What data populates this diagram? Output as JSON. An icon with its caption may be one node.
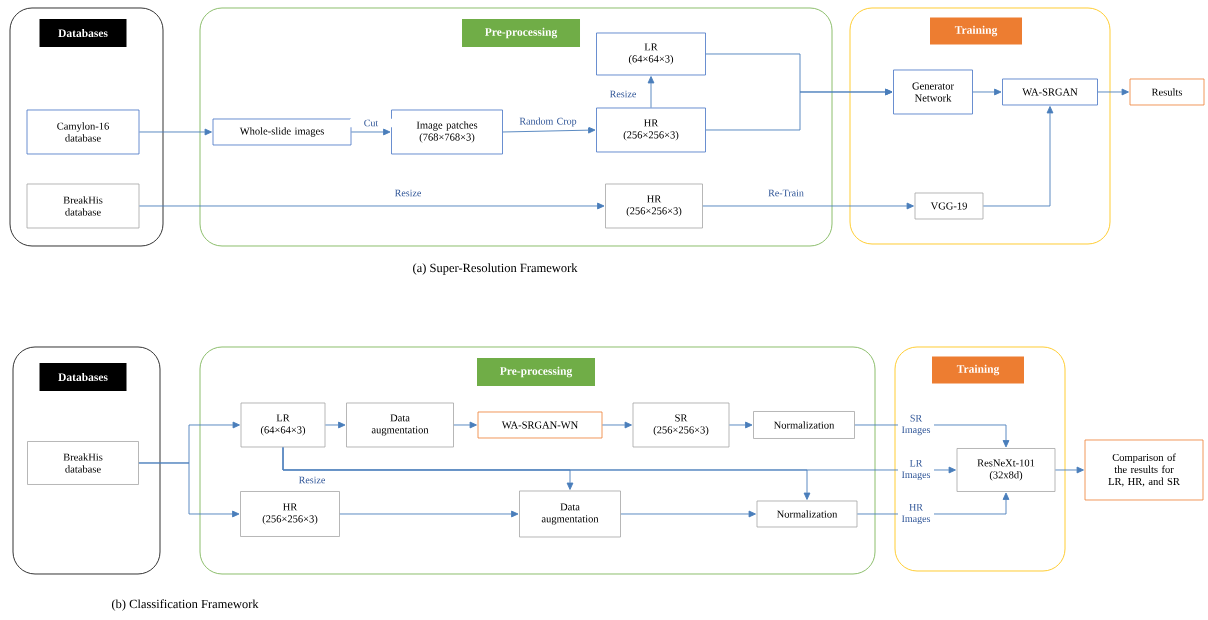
{
  "diagram": {
    "nodes": [
      {
        "text": [
          "Databases"
        ]
      },
      {
        "text": [
          "Camylon-16 database"
        ],
        "in": 0
      },
      {
        "text": [
          "BreakHis database"
        ],
        "in": 0
      },
      {
        "text": [
          "Pre-processing"
        ]
      },
      {
        "text": [
          "Whole-slide images"
        ],
        "in": 3
      },
      {
        "text": [
          "Image patches (768×768×3)"
        ],
        "in": 3
      },
      {
        "text": [
          "LR (64×64×3)"
        ],
        "in": 3
      },
      {
        "text": [
          "HR (256×256×3)"
        ],
        "in": 3
      },
      {
        "text": [
          "HR (256×256×3)"
        ],
        "in": 3
      },
      {
        "text": [
          "Training"
        ]
      },
      {
        "text": [
          "Generator Network"
        ],
        "in": 9
      },
      {
        "text": [
          "WA-SRGAN"
        ],
        "in": 9
      },
      {
        "text": [
          "VGG-19"
        ],
        "in": 9
      },
      {
        "text": [
          "Results"
        ]
      },
      {
        "text": [
          "Databases"
        ]
      },
      {
        "text": [
          "BreakHis database"
        ],
        "in": 14
      },
      {
        "text": [
          "Pre-processing"
        ]
      },
      {
        "text": [
          "LR (64×64×3)"
        ],
        "in": 16
      },
      {
        "text": [
          "Data augmentation"
        ],
        "in": 16
      },
      {
        "text": [
          "WA-SRGAN-WN"
        ],
        "in": 16
      },
      {
        "text": [
          "SR (256×256×3)"
        ],
        "in": 16
      },
      {
        "text": [
          "Normalization"
        ],
        "in": 16
      },
      {
        "text": [
          "HR (256×256×3)"
        ],
        "in": 16
      },
      {
        "text": [
          "Data augmentation"
        ],
        "in": 16
      },
      {
        "text": [
          "Normalization"
        ],
        "in": 16
      },
      {
        "text": [
          "Training"
        ]
      },
      {
        "text": [
          "ResNeXt-101 (32x8d)"
        ],
        "in": 25
      },
      {
        "text": [
          "Comparison of the results for LR, HR, and SR"
        ]
      }
    ],
    "edges": [
      {
        "from": 1,
        "to": 4,
        "arrow": "to"
      },
      {
        "from": 4,
        "to": 5,
        "arrow": "to",
        "label": "Cut"
      },
      {
        "from": 5,
        "to": 7,
        "arrow": "to",
        "label": "Random Crop"
      },
      {
        "from": 7,
        "to": 6,
        "arrow": "to",
        "label": "Resize"
      },
      {
        "from": 6,
        "to": 10,
        "arrow": "to"
      },
      {
        "from": 7,
        "to": 10,
        "arrow": "to"
      },
      {
        "from": 2,
        "to": 8,
        "arrow": "to",
        "label": "Resize"
      },
      {
        "from": 8,
        "to": 12,
        "arrow": "to",
        "label": "Re-Train"
      },
      {
        "from": 10,
        "to": 11,
        "arrow": "to"
      },
      {
        "from": 12,
        "to": 11,
        "arrow": "to"
      },
      {
        "from": 11,
        "to": 13,
        "arrow": "to"
      },
      {
        "from": 15,
        "to": 17,
        "arrow": "to"
      },
      {
        "from": 15,
        "to": 22,
        "arrow": "to"
      },
      {
        "from": 17,
        "to": 18,
        "arrow": "to"
      },
      {
        "from": 18,
        "to": 19,
        "arrow": "to"
      },
      {
        "from": 19,
        "to": 20,
        "arrow": "to"
      },
      {
        "from": 20,
        "to": 21,
        "arrow": "to"
      },
      {
        "from": 21,
        "to": 26,
        "arrow": "to",
        "label": "SR Images"
      },
      {
        "from": 17,
        "to": 23,
        "arrow": "to",
        "label": "Resize"
      },
      {
        "from": 17,
        "to": 24,
        "arrow": "to"
      },
      {
        "from": 17,
        "to": 26,
        "arrow": "to",
        "label": "LR Images"
      },
      {
        "from": 22,
        "to": 23,
        "arrow": "to"
      },
      {
        "from": 23,
        "to": 24,
        "arrow": "to"
      },
      {
        "from": 24,
        "to": 26,
        "arrow": "to",
        "label": "HR Images"
      },
      {
        "from": 26,
        "to": 27,
        "arrow": "to"
      }
    ],
    "labels": [
      "(a) Super-Resolution Framework",
      "(b) Classification Framework"
    ]
  }
}
